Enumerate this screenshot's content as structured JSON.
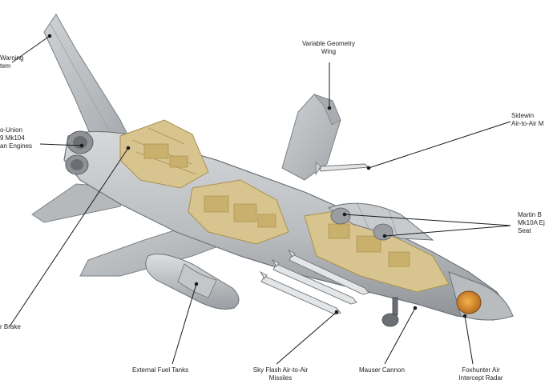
{
  "diagram": {
    "top_banner_text": "",
    "colors": {
      "airframe": "#b9bcbf",
      "airframe_dark": "#8e9296",
      "airframe_light": "#d6d8da",
      "internals": "#d8c48e",
      "internals_dark": "#a8914f",
      "leader": "#1a1a1a",
      "radar": "#d8892a"
    },
    "labels": {
      "warning_system": "Warning\ntem",
      "engines": "o-Union\n9 Mk104\nan Engines",
      "air_brake": "r Brake",
      "variable_wing": "Variable Geometry\nWing",
      "sidewinder": "Sidewin\nAir-to-Air M",
      "ejection_seats": "Martin B\nMk10A Ej\nSeat",
      "external_tanks": "External Fuel Tanks",
      "sky_flash": "Sky Flash Air-to-Air\nMissiles",
      "mauser_cannon": "Mauser Cannon",
      "foxhunter_radar": "Foxhunter Air\nIntercept Radar"
    }
  }
}
